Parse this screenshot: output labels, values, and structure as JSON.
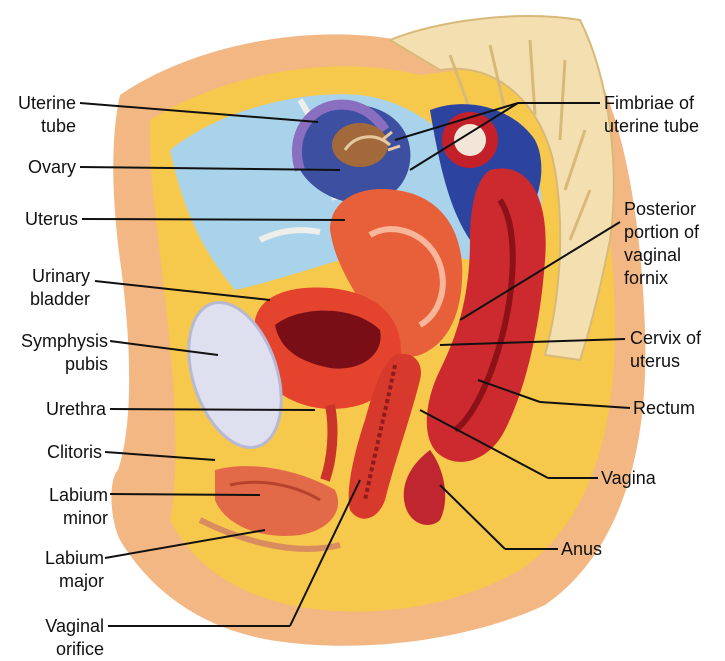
{
  "labels": {
    "uterine_tube": [
      "Uterine",
      "tube"
    ],
    "ovary": [
      "Ovary"
    ],
    "uterus": [
      "Uterus"
    ],
    "urinary_bladder": [
      "Urinary",
      "bladder"
    ],
    "symphysis_pubis": [
      "Symphysis",
      "pubis"
    ],
    "urethra": [
      "Urethra"
    ],
    "clitoris": [
      "Clitoris"
    ],
    "labium_minor": [
      "Labium",
      "minor"
    ],
    "labium_major": [
      "Labium",
      "major"
    ],
    "vaginal_orifice": [
      "Vaginal",
      "orifice"
    ],
    "fimbriae": [
      "Fimbriae of",
      "uterine tube"
    ],
    "posterior_fornix": [
      "Posterior",
      "portion of",
      "vaginal",
      "fornix"
    ],
    "cervix": [
      "Cervix of",
      "uterus"
    ],
    "rectum": [
      "Rectum"
    ],
    "vagina": [
      "Vagina"
    ],
    "anus": [
      "Anus"
    ]
  }
}
